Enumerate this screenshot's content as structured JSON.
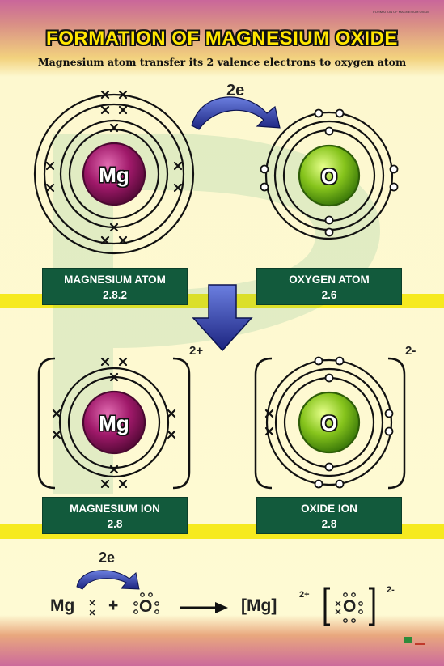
{
  "title": "FORMATION OF MAGNESIUM OXIDE",
  "subtitle": "Magnesium atom transfer its 2 valence electrons to oxygen atom",
  "small_caption": "FORMATION OF MAGNESIUM OXIDE",
  "transfer_label": "2e",
  "atoms": {
    "mg_atom": {
      "symbol": "Mg",
      "name": "MAGNESIUM ATOM",
      "config": "2.8.2"
    },
    "o_atom": {
      "symbol": "O",
      "name": "OXYGEN ATOM",
      "config": "2.6"
    },
    "mg_ion": {
      "symbol": "Mg",
      "name": "MAGNESIUM ION",
      "config": "2.8",
      "charge": "2+"
    },
    "o_ion": {
      "symbol": "O",
      "name": "OXIDE ION",
      "config": "2.8",
      "charge": "2-"
    }
  },
  "equation": {
    "arrow_label": "2e",
    "mg": "Mg",
    "plus": "+",
    "o": "O",
    "product_mg": "[Mg]",
    "product_mg_charge": "2+",
    "product_o": "O",
    "product_o_charge": "2-"
  },
  "colors": {
    "mg_nucleus": "#a0196a",
    "o_nucleus": "#7cc11e",
    "label_bg": "#125a3c",
    "title_yellow": "#ffe600",
    "band_yellow": "#f6ea1f",
    "arrow_blue": "#2d3a9a"
  }
}
